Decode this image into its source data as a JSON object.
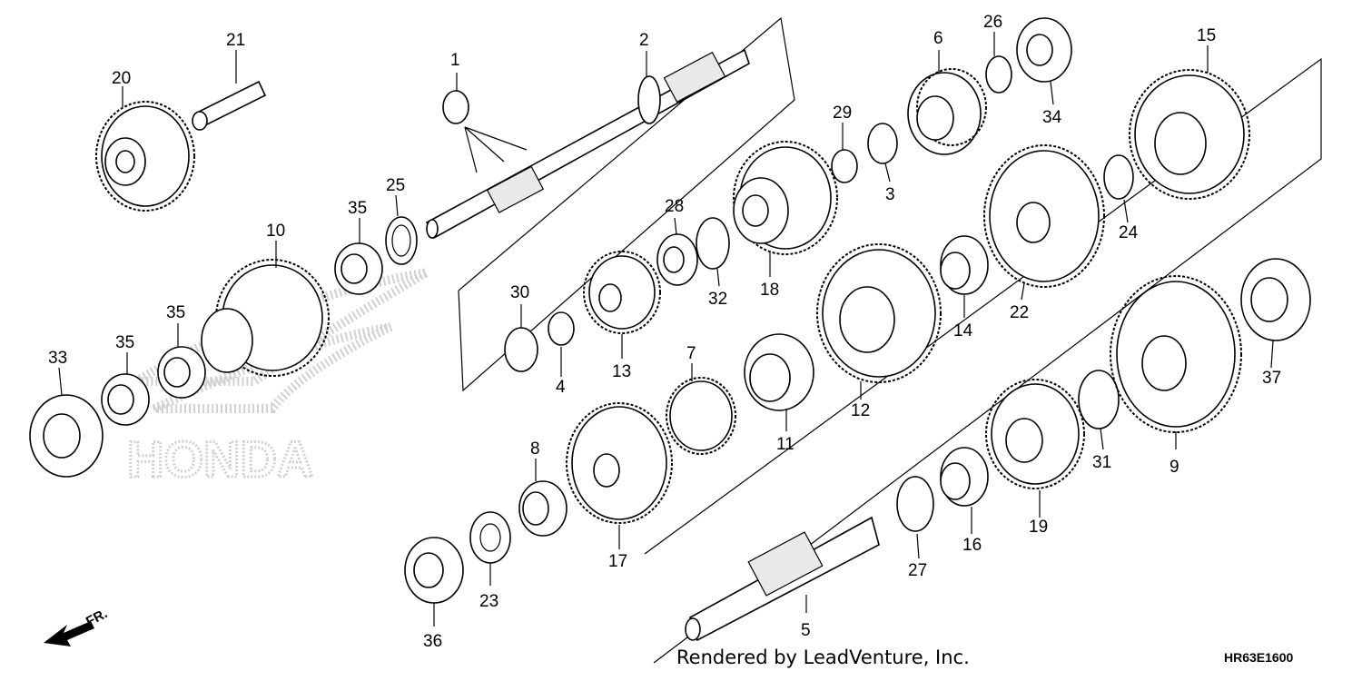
{
  "parts": [
    {
      "num": "1"
    },
    {
      "num": "2"
    },
    {
      "num": "3"
    },
    {
      "num": "4"
    },
    {
      "num": "5"
    },
    {
      "num": "6"
    },
    {
      "num": "7"
    },
    {
      "num": "8"
    },
    {
      "num": "9"
    },
    {
      "num": "10"
    },
    {
      "num": "11"
    },
    {
      "num": "12"
    },
    {
      "num": "13"
    },
    {
      "num": "14"
    },
    {
      "num": "15"
    },
    {
      "num": "16"
    },
    {
      "num": "17"
    },
    {
      "num": "18"
    },
    {
      "num": "19"
    },
    {
      "num": "20"
    },
    {
      "num": "21"
    },
    {
      "num": "22"
    },
    {
      "num": "23"
    },
    {
      "num": "24"
    },
    {
      "num": "25"
    },
    {
      "num": "26"
    },
    {
      "num": "27"
    },
    {
      "num": "28"
    },
    {
      "num": "29"
    },
    {
      "num": "30"
    },
    {
      "num": "31"
    },
    {
      "num": "32"
    },
    {
      "num": "33"
    },
    {
      "num": "34"
    },
    {
      "num": "35"
    },
    {
      "num": "35"
    },
    {
      "num": "35"
    },
    {
      "num": "36"
    },
    {
      "num": "37"
    }
  ],
  "watermark": "HONDA",
  "front_label": "FR.",
  "footer": {
    "credit": "Rendered by LeadVenture, Inc.",
    "diagram_code": "HR63E1600"
  }
}
